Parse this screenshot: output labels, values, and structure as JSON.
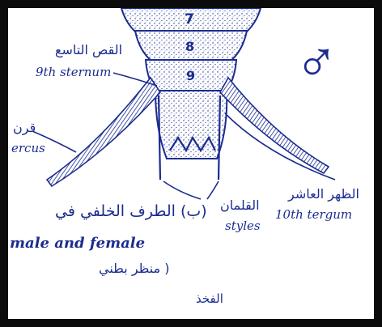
{
  "segments": {
    "seg7": "7",
    "seg8": "8",
    "seg9": "9"
  },
  "labels": {
    "ninth_sternum_ar": "القص التاسع",
    "ninth_sternum_en": "9th sternum",
    "cercus_ar": "قرن",
    "cercus_en": "ercus",
    "tenth_tergum_ar": "الظهر العاشر",
    "tenth_tergum_en": "10th tergum",
    "styles_ar": "القلمان",
    "styles_en": "styles"
  },
  "caption": {
    "line1_ar": "(ب) الطرف الخلفي في",
    "line2_en": "male and female",
    "line3_ar": "( منظر بطني",
    "bottom_ar": "الفخذ"
  },
  "symbol": {
    "name": "male-symbol",
    "char": "♂"
  },
  "colors": {
    "ink": "#1b2c8f",
    "frame": "#0b0b0b",
    "paper": "#ffffff"
  }
}
